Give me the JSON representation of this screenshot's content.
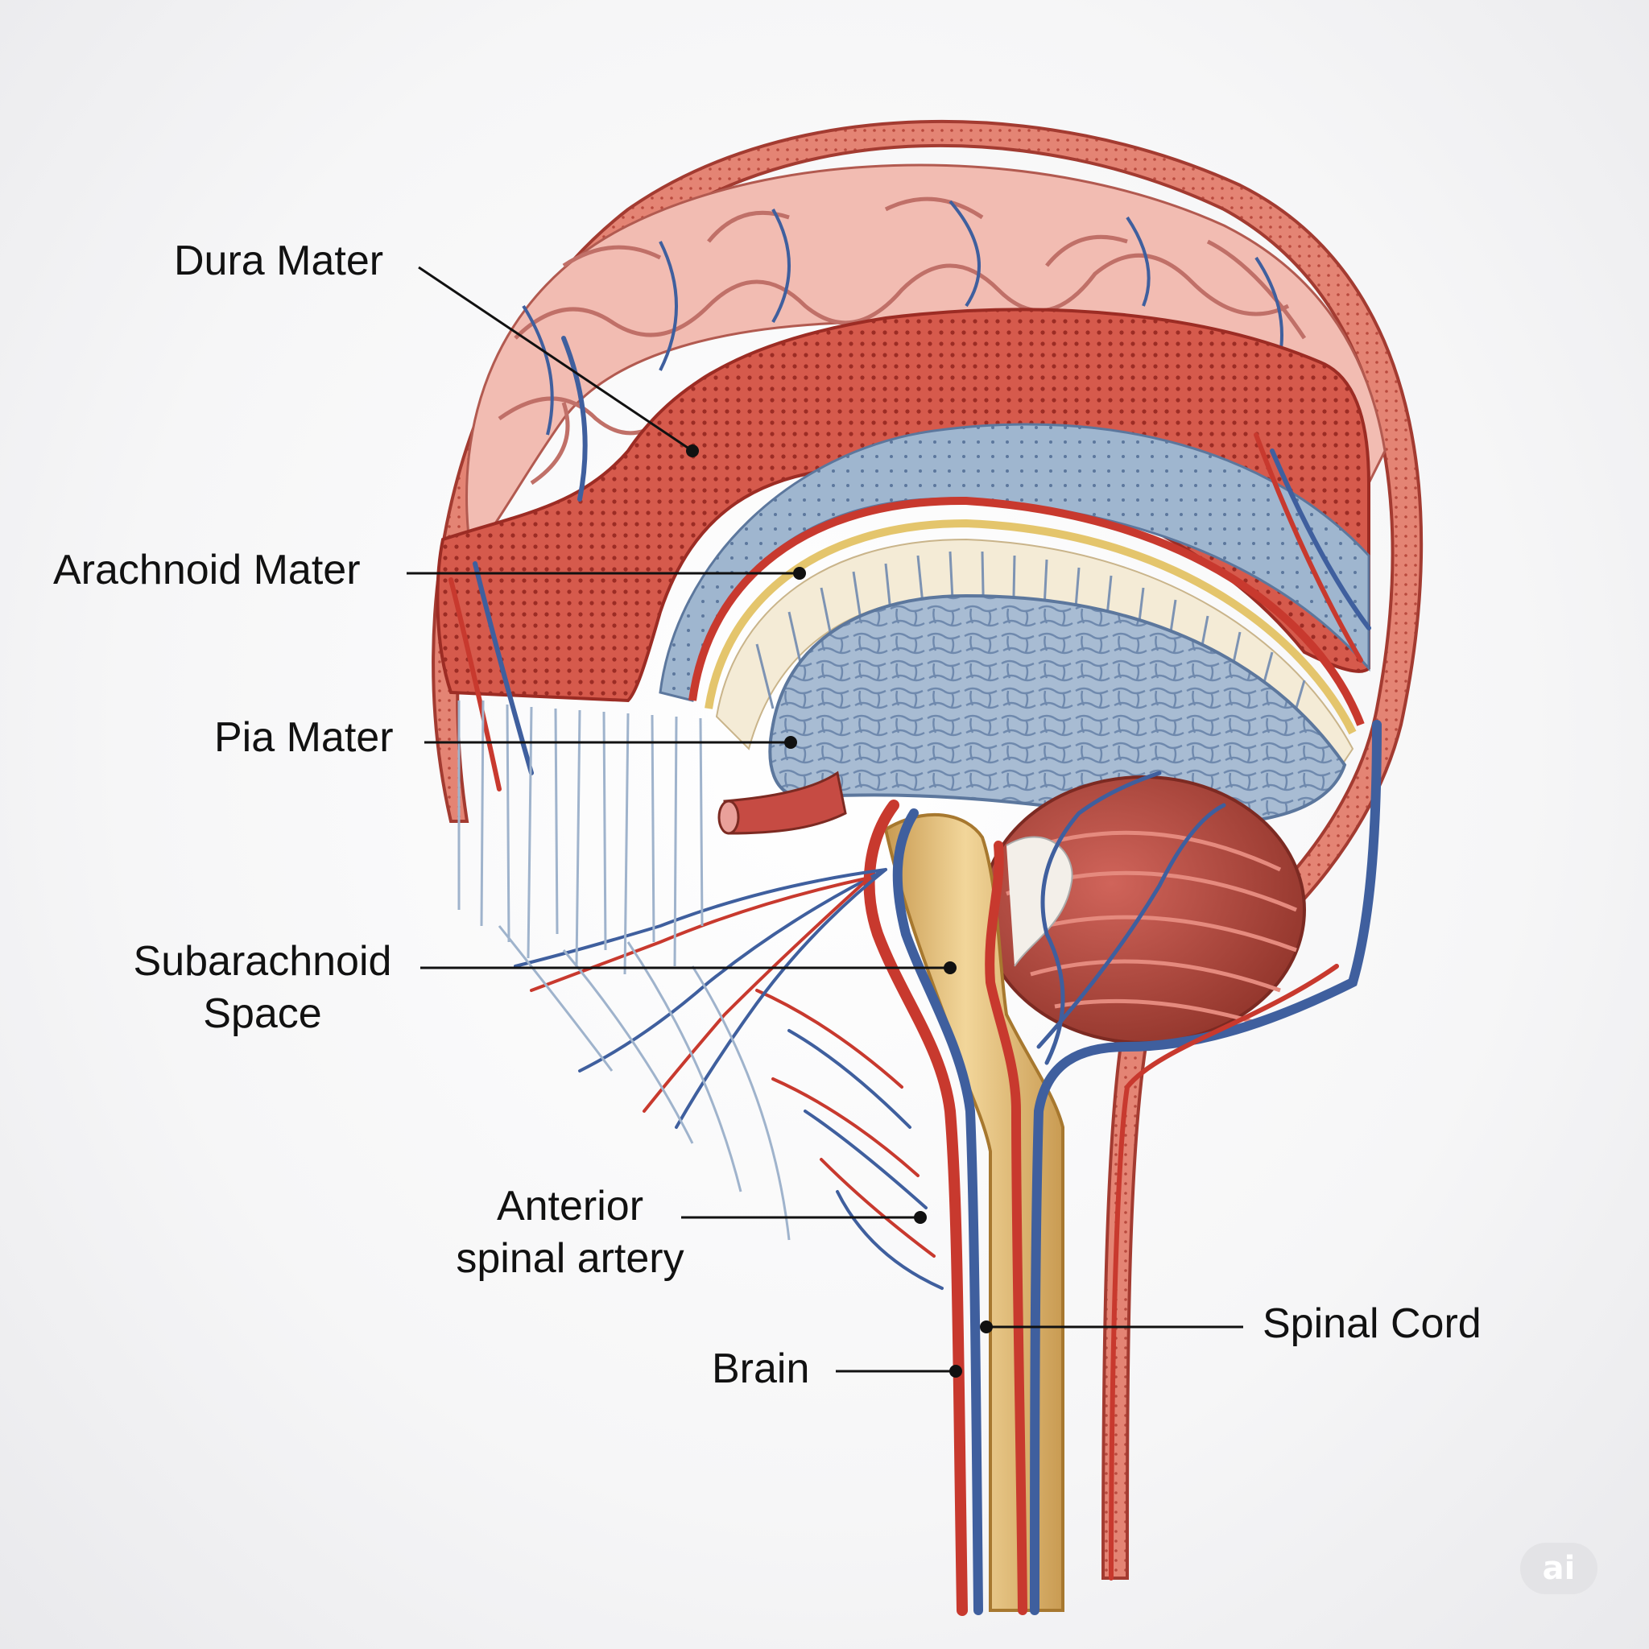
{
  "labels": {
    "dura_mater": "Dura Mater",
    "arachnoid_mater": "Arachnoid Mater",
    "pia_mater": "Pia Mater",
    "subarachnoid_line1": "Subarachnoid",
    "subarachnoid_line2": "Space",
    "anterior_line1": "Anterior",
    "anterior_line2": "spinal artery",
    "brain": "Brain",
    "spinal_cord": "Spinal Cord"
  },
  "watermark": "ai",
  "colors": {
    "artery": "#c8392e",
    "vein": "#3f5f9e",
    "dura": "#d4574b",
    "brain_tissue": "#f0b6ae",
    "arachnoid": "#a9bdd4",
    "cord": "#e8c98a",
    "cerebellum": "#b84a3c"
  }
}
